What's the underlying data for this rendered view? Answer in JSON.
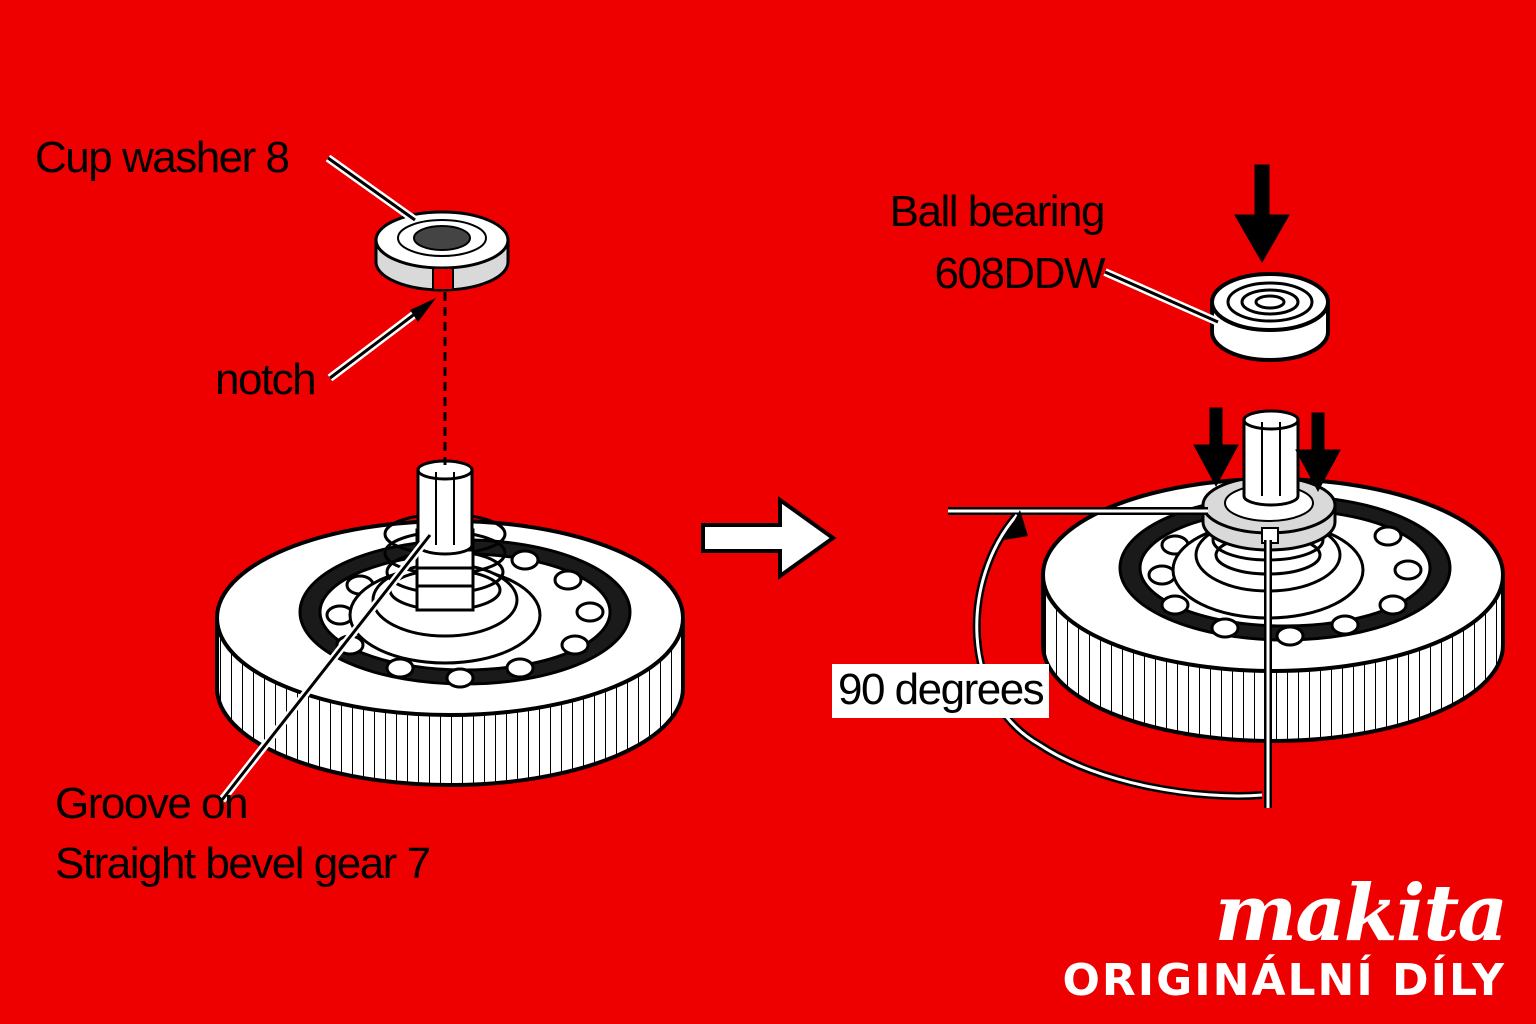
{
  "diagram": {
    "left_assembly": {
      "cup_washer_label": "Cup washer 8",
      "notch_label": "notch",
      "groove_label_line1": "Groove on",
      "groove_label_line2": "Straight bevel gear 7"
    },
    "right_assembly": {
      "ball_bearing_label_line1": "Ball bearing",
      "ball_bearing_label_line2": "608DDW",
      "angle_label": "90 degrees"
    }
  },
  "brand": {
    "logo": "makita",
    "subtitle": "ORIGINÁLNÍ DÍLY"
  },
  "colors": {
    "background": "#ee0000",
    "line": "#000000",
    "part_fill": "#ffffff",
    "part_shade": "#cfcfcf"
  }
}
